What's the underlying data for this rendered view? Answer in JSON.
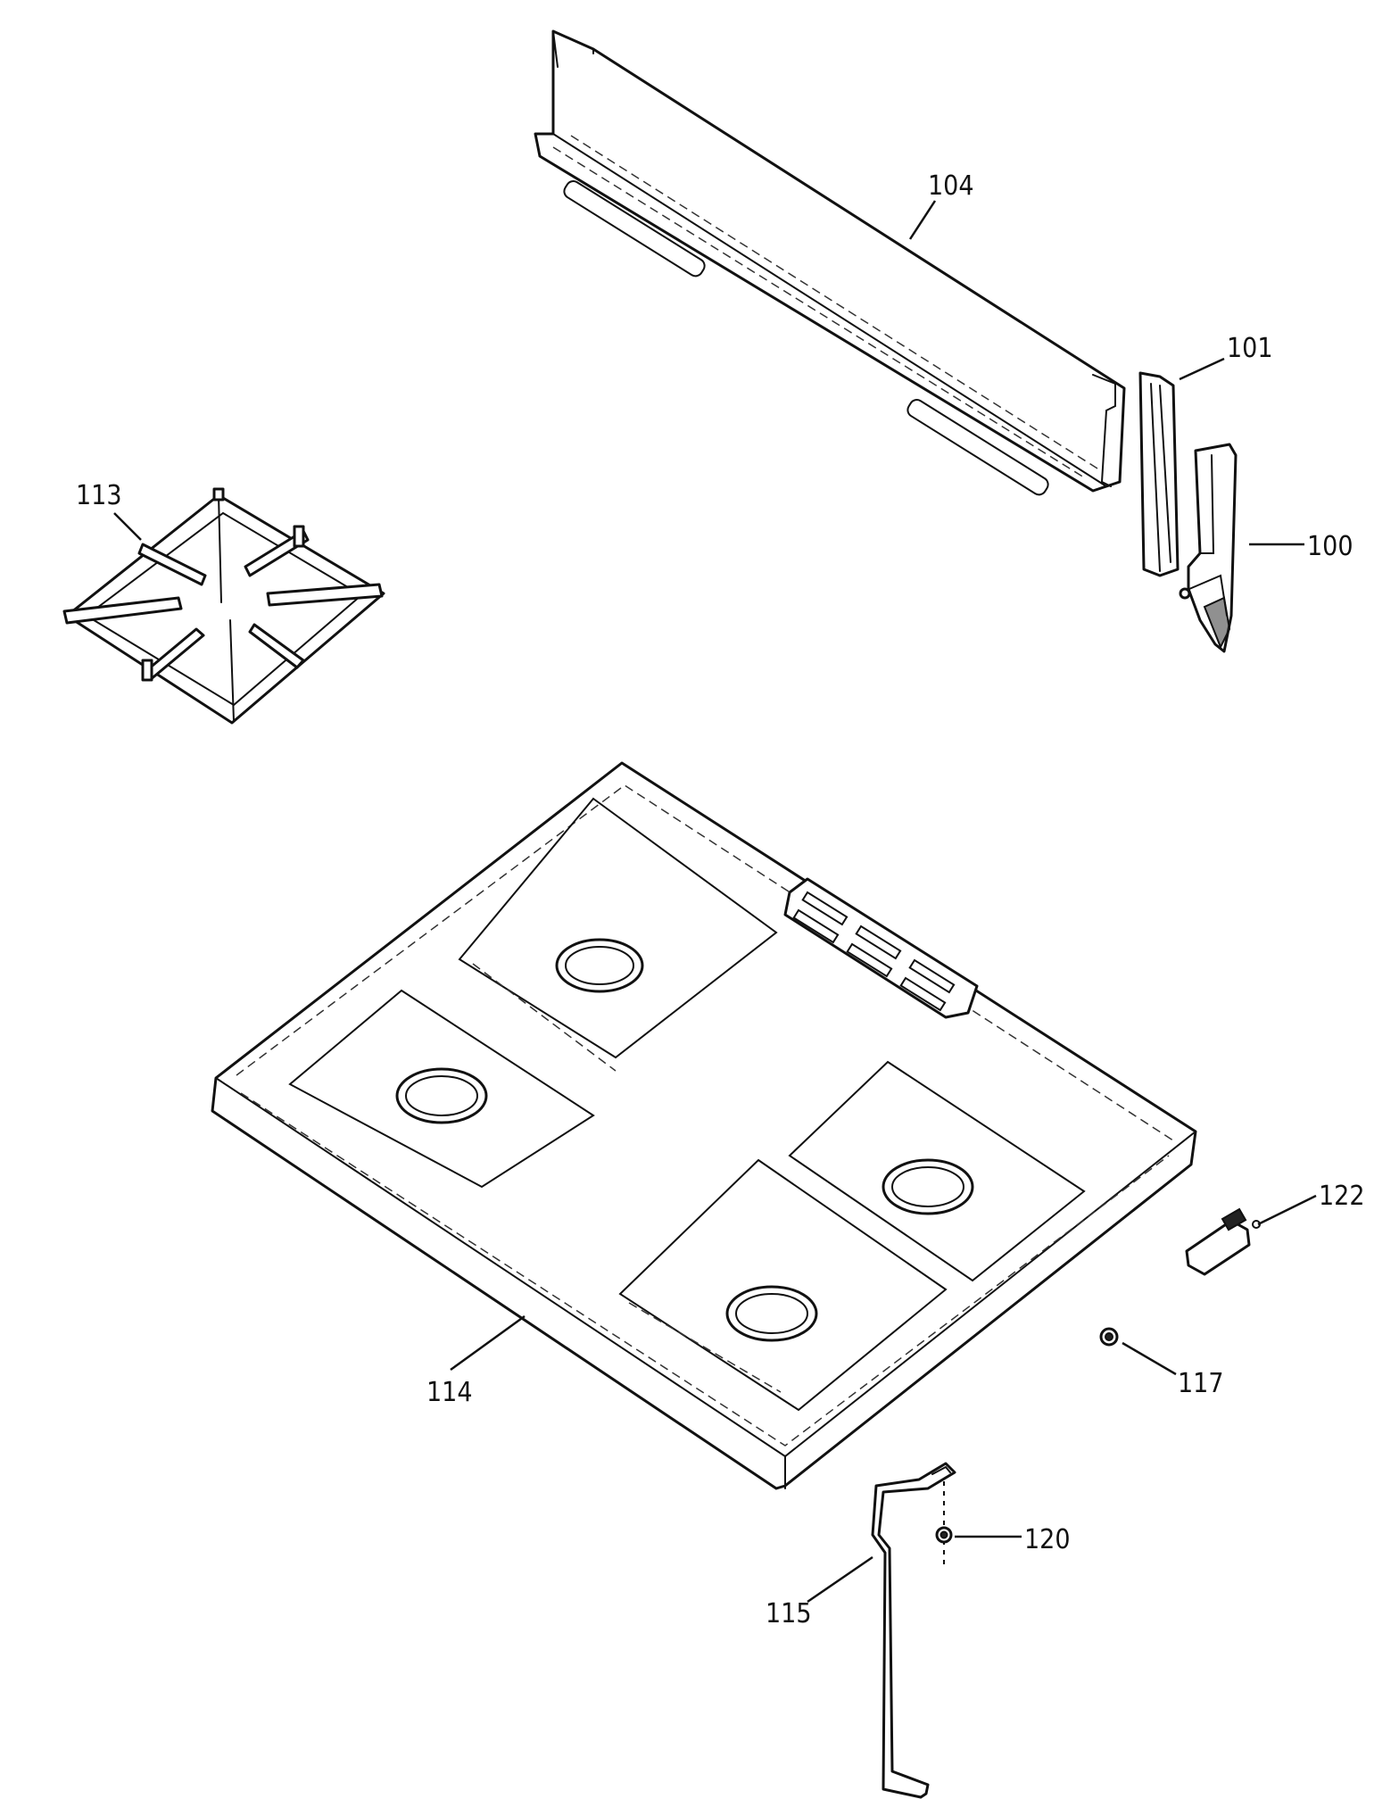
{
  "diagram": {
    "parts": [
      {
        "id": "p104",
        "label": "104"
      },
      {
        "id": "p101",
        "label": "101"
      },
      {
        "id": "p100",
        "label": "100"
      },
      {
        "id": "p113",
        "label": "113"
      },
      {
        "id": "p114",
        "label": "114"
      },
      {
        "id": "p122",
        "label": "122"
      },
      {
        "id": "p117",
        "label": "117"
      },
      {
        "id": "p120",
        "label": "120"
      },
      {
        "id": "p115",
        "label": "115"
      }
    ]
  }
}
